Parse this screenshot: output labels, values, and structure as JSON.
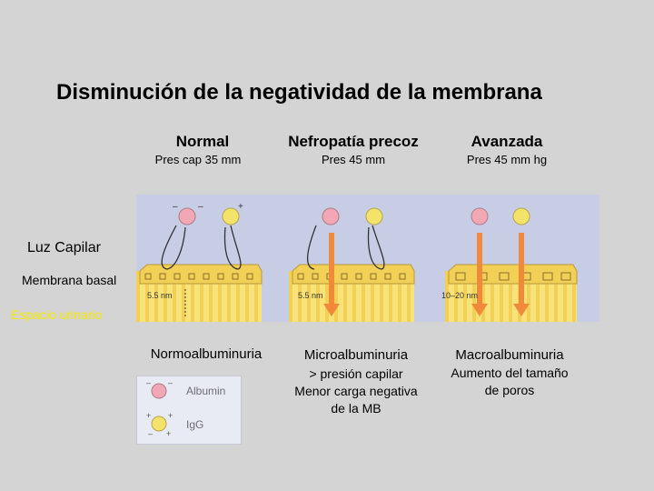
{
  "title": "Disminución de la negatividad de la membrana",
  "columns": [
    {
      "heading": "Normal",
      "pressure": "Pres cap 35 mm",
      "result": "Normoalbuminuria",
      "notes": []
    },
    {
      "heading": "Nefropatía precoz",
      "pressure": "Pres 45 mm",
      "result": "Microalbuminuria",
      "notes": [
        "> presión capilar",
        "Menor carga negativa",
        "de la MB"
      ]
    },
    {
      "heading": "Avanzada",
      "pressure": "Pres 45 mm hg",
      "result": "Macroalbuminuria",
      "notes": [
        "Aumento del tamaño",
        "de poros"
      ]
    }
  ],
  "side_labels": {
    "capillary_lumen": "Luz Capilar",
    "basement_membrane": "Membrana basal",
    "urinary_space": "Espacio urinario"
  },
  "pore_sizes": [
    "5.5 nm",
    "5.5 nm",
    "10–20 nm"
  ],
  "legend": {
    "albumin": "Albumin",
    "igg": "IgG"
  },
  "colors": {
    "background": "#d4d4d4",
    "capillary_lumen": "#c7cde4",
    "membrane": "#f2cf55",
    "urinary_space": "#f8e27a",
    "albumin": "#f1a8b4",
    "igg": "#f4e36a",
    "leak_arrow": "#f08a3a",
    "urinary_label": "#f7e800"
  }
}
